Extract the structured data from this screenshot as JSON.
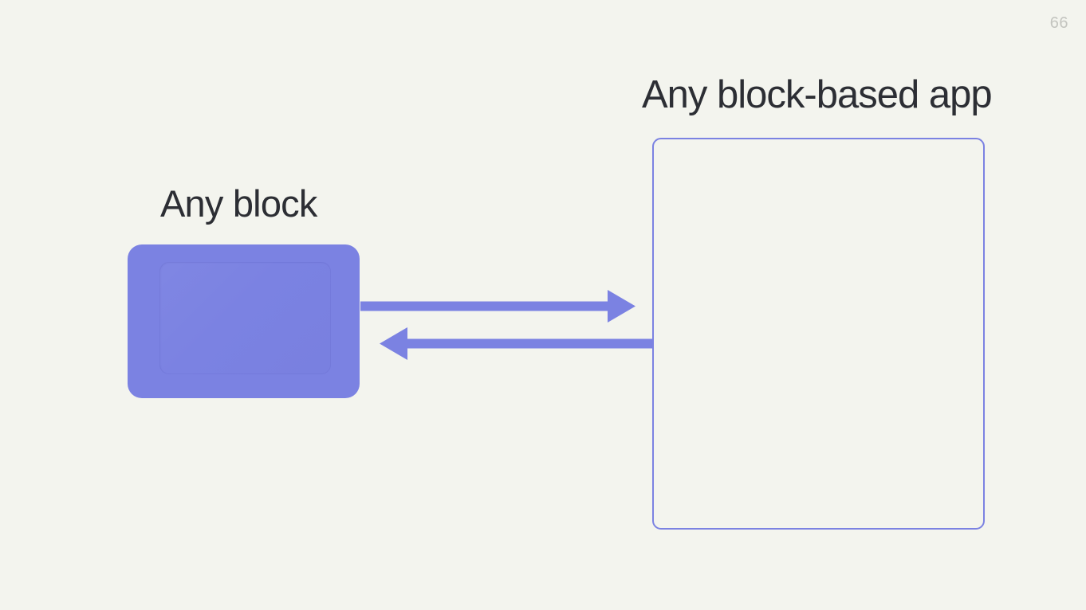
{
  "slide": {
    "page_number": "66",
    "background_color": "#f3f4ee",
    "accent_color": "#7b82e2",
    "text_color": "#2c2e34",
    "page_number_color": "#c3c4bf"
  },
  "left_side": {
    "label": "Any block",
    "block": {
      "name": "block-shape",
      "fill_color": "#7b82e2"
    }
  },
  "right_side": {
    "label": "Any block-based app",
    "window": {
      "name": "app-window",
      "border_color": "#7b82e2",
      "fill_color": "transparent"
    }
  },
  "connectors": [
    {
      "name": "arrow-block-to-app",
      "direction": "right",
      "from": "block",
      "to": "app-window",
      "color": "#7b82e2"
    },
    {
      "name": "arrow-app-to-block",
      "direction": "left",
      "from": "app-window",
      "to": "block",
      "color": "#7b82e2"
    }
  ]
}
